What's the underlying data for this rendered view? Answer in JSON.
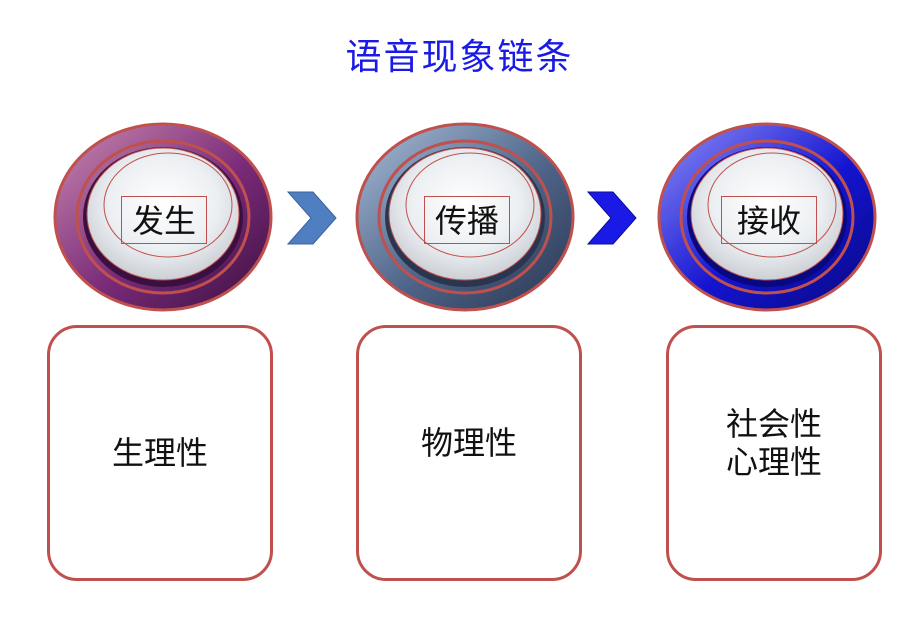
{
  "title": "语音现象链条",
  "stages": [
    {
      "label": "发生",
      "ring_color": "#6a1f6f",
      "accent": "#b4508c"
    },
    {
      "label": "传播",
      "ring_color": "#3e4f73",
      "accent": "#7f9ac0"
    },
    {
      "label": "接收",
      "ring_color": "#1a1ad8",
      "accent": "#6b6bf5"
    }
  ],
  "arrows": [
    {
      "color": "#4f7fc0"
    },
    {
      "color": "#1a1ae6"
    }
  ],
  "cards": [
    {
      "text": "生理性"
    },
    {
      "text": "物理性"
    },
    {
      "text": "社会性\n心理性"
    }
  ]
}
